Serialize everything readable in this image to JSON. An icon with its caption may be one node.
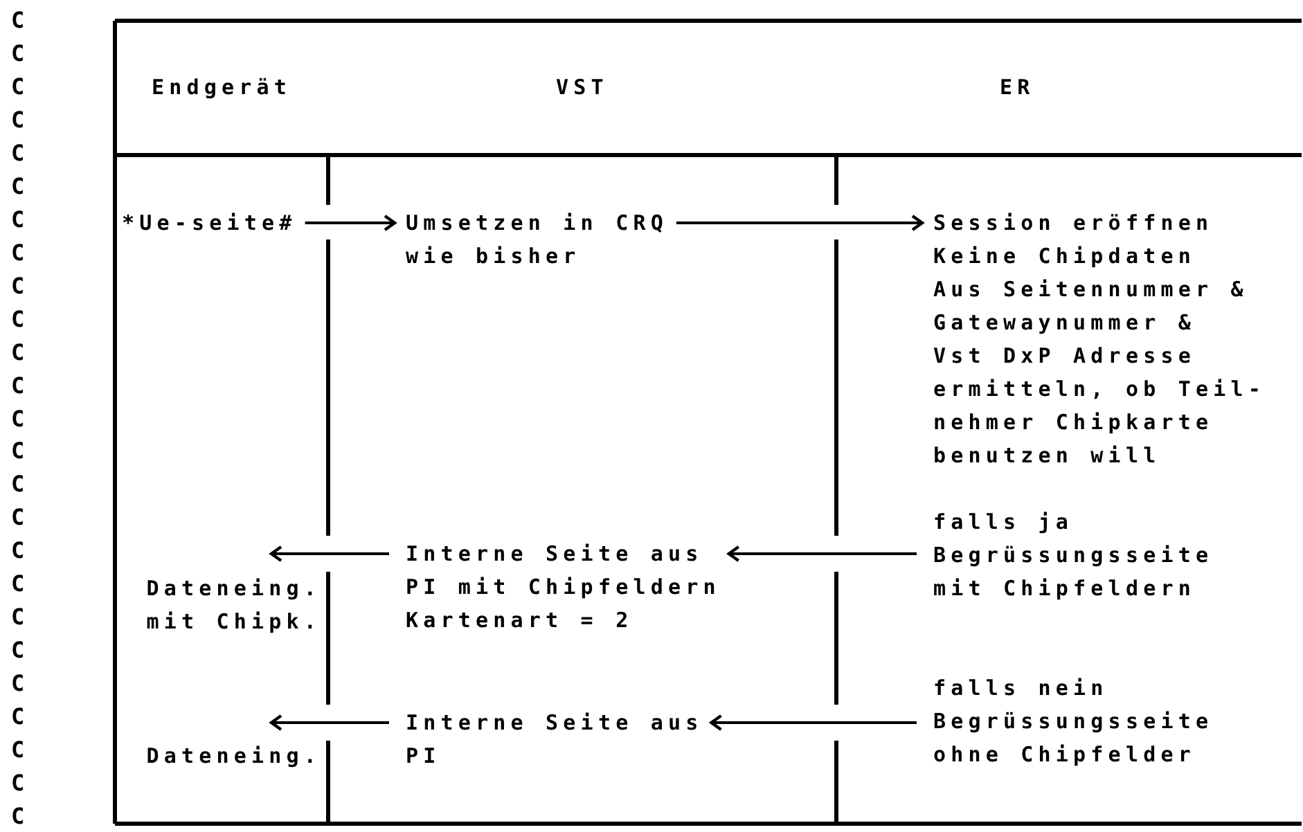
{
  "diagram": {
    "nodes": [
      {
        "text": [
          "*Ue-seite#"
        ]
      },
      {
        "text": [
          "Umsetzen in CRQ wie bisher"
        ]
      },
      {
        "text": [
          "Session eröffnen Keine Chipdaten Aus Seitennummer & Gatewaynummer & Vst DxP Adresse ermitteln, ob Teil- nehmer Chipkarte benutzen will"
        ]
      },
      {
        "text": [
          "falls ja Begrüssungsseite mit Chipfeldern"
        ]
      },
      {
        "text": [
          "Interne Seite aus PI mit Chipfeldern Kartenart = 2"
        ]
      },
      {
        "text": [
          "Dateneing. mit Chipk."
        ]
      },
      {
        "text": [
          "falls nein Begrüssungsseite ohne Chipfelder"
        ]
      },
      {
        "text": [
          "Interne Seite aus PI"
        ]
      },
      {
        "text": [
          "Dateneing."
        ]
      }
    ],
    "edges": [
      {
        "from": 0,
        "to": 1,
        "arrow": "to"
      },
      {
        "from": 1,
        "to": 2,
        "arrow": "to"
      },
      {
        "from": 3,
        "to": 4,
        "arrow": "to"
      },
      {
        "from": 4,
        "to": 5,
        "arrow": "to"
      },
      {
        "from": 6,
        "to": 7,
        "arrow": "to"
      },
      {
        "from": 7,
        "to": 8,
        "arrow": "to"
      }
    ],
    "labels": [
      "Endgerät",
      "VST",
      "ER",
      "C",
      "C",
      "C",
      "C",
      "C",
      "C",
      "C",
      "C",
      "C",
      "C",
      "C",
      "C",
      "C",
      "C",
      "C",
      "C",
      "C",
      "C",
      "C",
      "C",
      "C",
      "C",
      "C",
      "C",
      "C"
    ]
  }
}
